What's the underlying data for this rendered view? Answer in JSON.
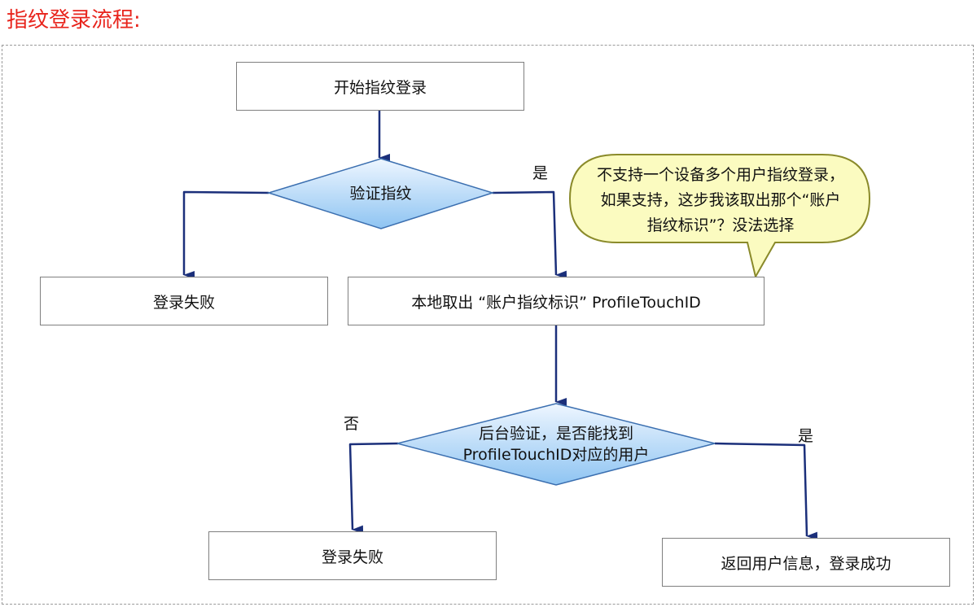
{
  "title": "指纹登录流程:",
  "nodes": {
    "start": "开始指纹登录",
    "verify_fingerprint": "验证指纹",
    "fail_left": "登录失败",
    "fetch_id": "本地取出 “账户指纹标识” ProfileTouchID",
    "backend_verify_line1": "后台验证，是否能找到",
    "backend_verify_line2": "ProfileTouchID对应的用户",
    "fail_bottom": "登录失败",
    "success": "返回用户信息，登录成功"
  },
  "edge_labels": {
    "yes_top": "是",
    "no": "否",
    "yes_bottom": "是"
  },
  "callout": {
    "lines": [
      "不支持一个设备多个用户指纹登录，",
      "如果支持，这步我该取出那个“账户",
      "指纹标识”？没法选择"
    ]
  },
  "colors": {
    "title": "#e8241c",
    "arrow": "#1b2f7a",
    "diamond_fill_top": "#eef6ff",
    "diamond_fill_bottom": "#8ec4f2",
    "diamond_stroke": "#3b6fb0",
    "callout_fill": "#fbfbc0",
    "callout_stroke": "#8a8a2a",
    "box_border": "#7f7f7f"
  }
}
